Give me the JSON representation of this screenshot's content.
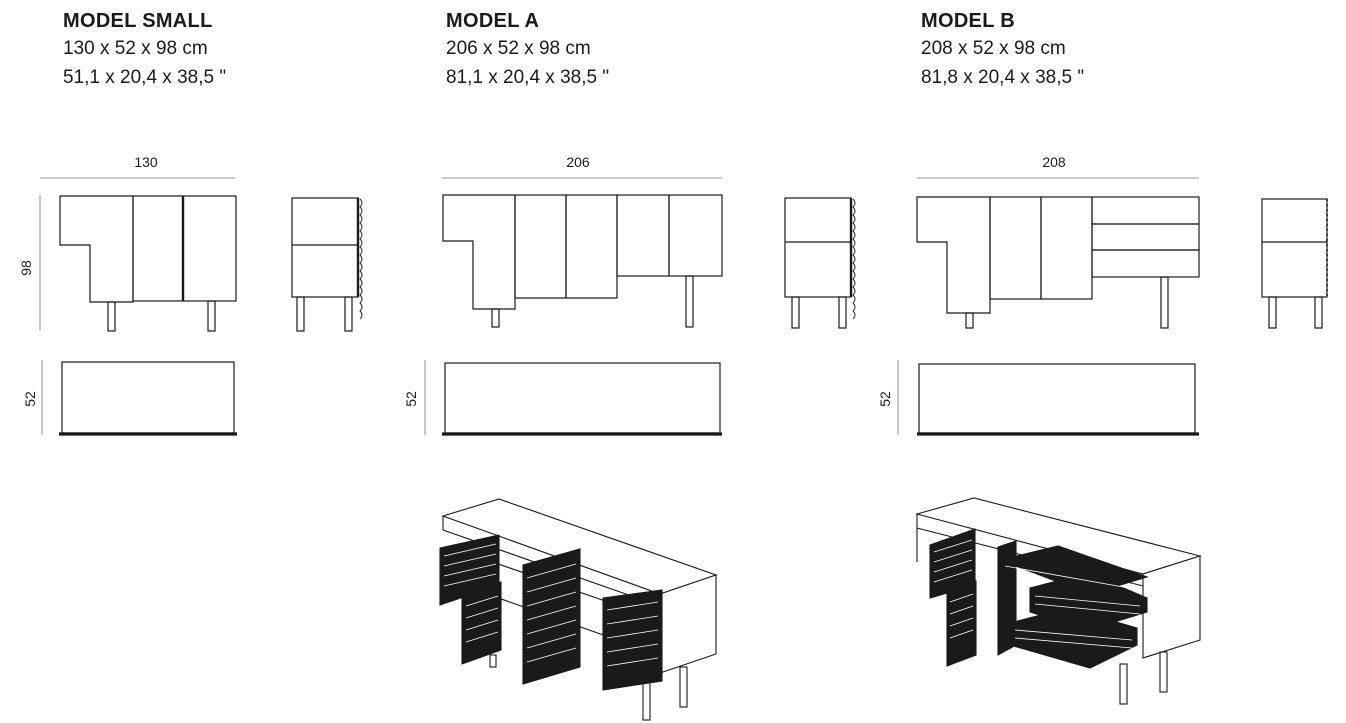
{
  "models": [
    {
      "title": "MODEL SMALL",
      "dim_cm": "130 x 52 x 98 cm",
      "dim_in": "51,1 x 20,4 x 38,5 \"",
      "width_label": "130",
      "height_label": "98",
      "depth_label": "52"
    },
    {
      "title": "MODEL A",
      "dim_cm": "206 x 52 x 98 cm",
      "dim_in": "81,1 x 20,4 x 38,5 \"",
      "width_label": "206",
      "depth_label": "52"
    },
    {
      "title": "MODEL B",
      "dim_cm": "208 x 52 x 98 cm",
      "dim_in": "81,8 x 20,4 x 38,5 \"",
      "width_label": "208",
      "depth_label": "52"
    }
  ]
}
